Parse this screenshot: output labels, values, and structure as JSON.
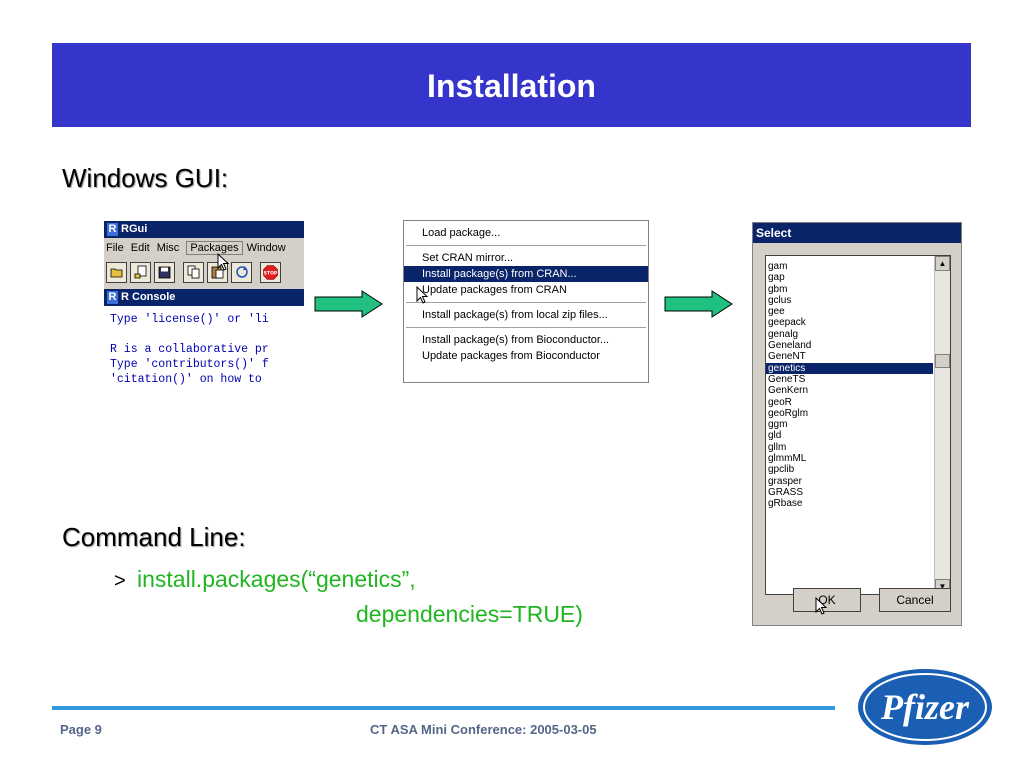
{
  "slide": {
    "title": "Installation",
    "windows_heading": "Windows GUI:",
    "command_heading": "Command Line:",
    "prompt": ">",
    "command_line1": "install.packages(“genetics”,",
    "command_line2": "dependencies=TRUE)"
  },
  "rgui": {
    "title": "RGui",
    "menu": [
      "File",
      "Edit",
      "Misc",
      "Packages",
      "Window"
    ],
    "console_title": "R Console",
    "console_lines": [
      "Type 'license()' or 'li",
      "",
      "R is a collaborative pr",
      "Type 'contributors()' f",
      "'citation()' on how to"
    ]
  },
  "packages_menu": {
    "items": [
      "Load package...",
      "Set CRAN mirror...",
      "Install package(s) from CRAN...",
      "Update packages from CRAN",
      "Install package(s) from local zip files...",
      "Install package(s) from Bioconductor...",
      "Update packages from Bioconductor"
    ],
    "highlighted_index": 2
  },
  "select_dialog": {
    "title": "Select",
    "items": [
      "gam",
      "gap",
      "gbm",
      "gclus",
      "gee",
      "geepack",
      "genalg",
      "Geneland",
      "GeneNT",
      "genetics",
      "GeneTS",
      "GenKern",
      "geoR",
      "geoRglm",
      "ggm",
      "gld",
      "gllm",
      "glmmML",
      "gpclib",
      "grasper",
      "GRASS",
      "gRbase"
    ],
    "selected": "genetics",
    "ok_label": "OK",
    "cancel_label": "Cancel"
  },
  "footer": {
    "page": "Page 9",
    "conference": "CT ASA Mini Conference: 2005-03-05",
    "logo_text": "Pfizer"
  },
  "colors": {
    "title_bar": "#3535cc",
    "command_text": "#21b521",
    "footer_line": "#3399dd",
    "arrow_fill": "#20c080",
    "logo_blue": "#1a5fb4"
  }
}
